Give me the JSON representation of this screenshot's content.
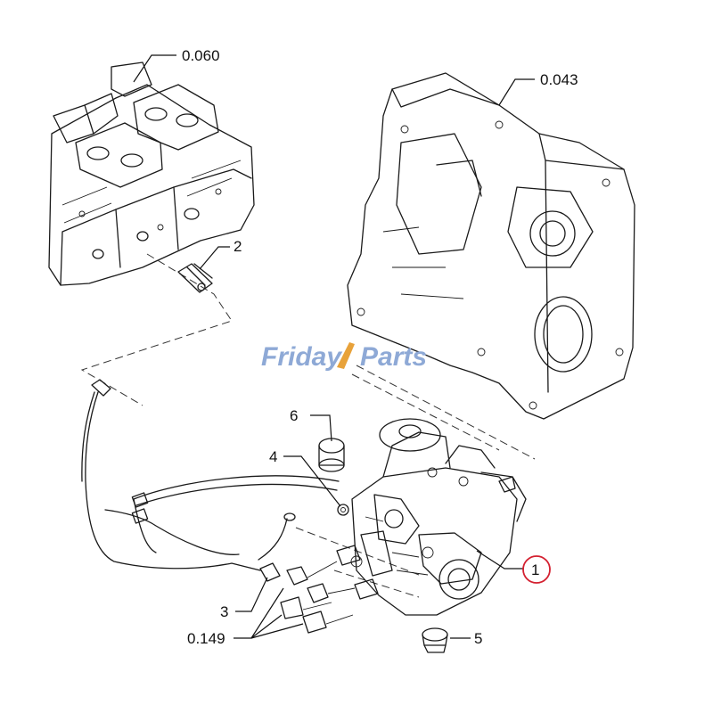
{
  "watermark": {
    "brand_left": "Friday",
    "brand_right": "Parts",
    "color": "#8ea9d6"
  },
  "callouts": {
    "head": "0.060",
    "housing": "0.043",
    "sensor_2": "2",
    "item_6": "6",
    "item_4": "4",
    "item_3": "3",
    "item_1": "1",
    "item_5": "5",
    "fittings": "0.149"
  },
  "highlight_color": "#d42030"
}
